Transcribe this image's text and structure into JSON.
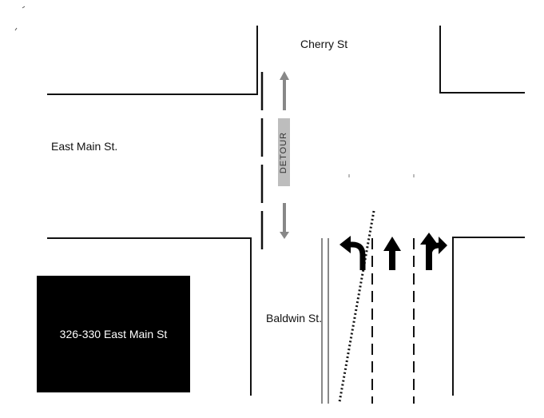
{
  "streets": {
    "north": "Cherry St",
    "west": "East Main St.",
    "south": "Baldwin St."
  },
  "building": {
    "label": "326-330 East Main St",
    "color": "#000000"
  },
  "detour": {
    "label": "DETOUR",
    "sign_color": "#bdbdbd",
    "arrow_color": "#888888"
  },
  "lane_arrows": [
    {
      "name": "left-turn",
      "icon": "left-turn-arrow-icon"
    },
    {
      "name": "straight",
      "icon": "straight-arrow-icon"
    },
    {
      "name": "straight-right",
      "icon": "straight-right-arrow-icon"
    }
  ],
  "colors": {
    "curb": "#111111",
    "double_line": "#888888",
    "lane_marking": "#111111"
  }
}
